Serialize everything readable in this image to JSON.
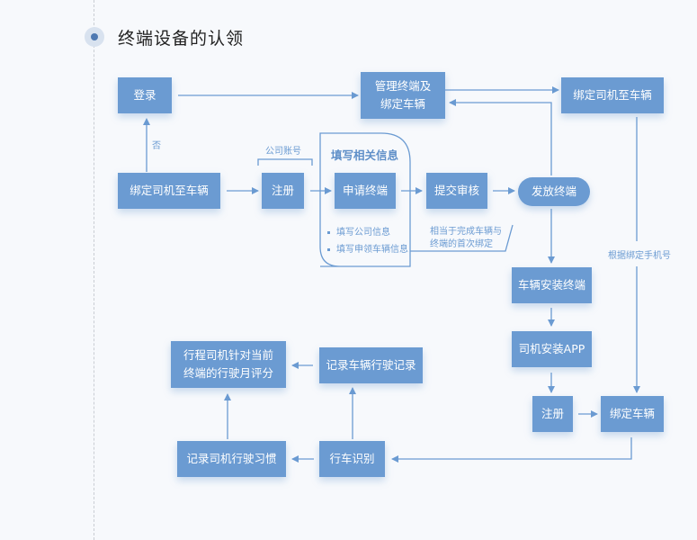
{
  "header": {
    "title": "终端设备的认领"
  },
  "nodes": {
    "login": "登录",
    "manage_line1": "管理终端及",
    "manage_line2": "绑定车辆",
    "bind_driver_top": "绑定司机至车辆",
    "bind_driver_left": "绑定司机至车辆",
    "register_left": "注册",
    "apply_terminal": "申请终端",
    "submit_review": "提交审核",
    "issue_terminal": "发放终端",
    "install_terminal": "车辆安装终端",
    "install_app": "司机安装APP",
    "register_right": "注册",
    "bind_vehicle": "绑定车辆",
    "driving_recognition": "行车识别",
    "record_habits": "记录司机行驶习惯",
    "record_driving": "记录车辆行驶记录",
    "score_line1": "行程司机针对当前",
    "score_line2": "终端的行驶月评分"
  },
  "labels": {
    "no": "否",
    "company_account": "公司账号",
    "fill_info_title": "填写相关信息",
    "fill_company": "填写公司信息",
    "fill_vehicle": "填写申领车辆信息",
    "note_line1": "相当于完成车辆与",
    "note_line2": "终端的首次绑定",
    "by_phone": "根据绑定手机号"
  },
  "colors": {
    "node": "#6b9bd2",
    "line": "#6b9bd2",
    "background": "#f7f9fc"
  }
}
